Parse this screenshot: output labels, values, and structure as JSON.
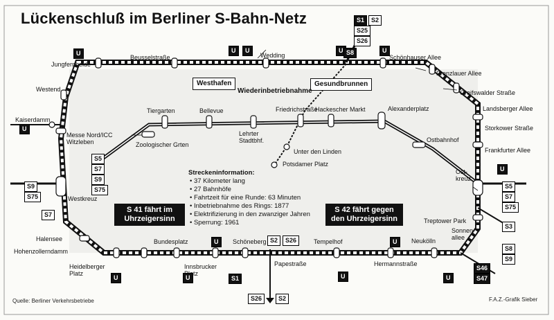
{
  "title": "Lückenschluß im Berliner S-Bahn-Netz",
  "stations": [
    {
      "id": "jungfernheide",
      "label": "Jungfernheide"
    },
    {
      "id": "beusselstrasse",
      "label": "Beusselstraße"
    },
    {
      "id": "wedding",
      "label": "Wedding"
    },
    {
      "id": "schoenhauser",
      "label": "Schönhauser Allee"
    },
    {
      "id": "prenzlauer",
      "label": "Prenzlauer Allee"
    },
    {
      "id": "greifswalder",
      "label": "Greifswalder Straße"
    },
    {
      "id": "landsberger",
      "label": "Landsberger Allee"
    },
    {
      "id": "storkower",
      "label": "Storkower Straße"
    },
    {
      "id": "frankfurter",
      "label": "Frankfurter Allee"
    },
    {
      "id": "ostkreuz",
      "label": "Ost-kreuz"
    },
    {
      "id": "treptower",
      "label": "Treptower Park"
    },
    {
      "id": "sonnenallee",
      "label": "Sonnen-allee"
    },
    {
      "id": "neukoelln",
      "label": "Neukölln"
    },
    {
      "id": "hermannstrasse",
      "label": "Hermannstraße"
    },
    {
      "id": "tempelhof",
      "label": "Tempelhof"
    },
    {
      "id": "papestrasse",
      "label": "Papestraße"
    },
    {
      "id": "schoeneberg",
      "label": "Schöneberg"
    },
    {
      "id": "innsbrucker",
      "label": "Innsbrucker Platz"
    },
    {
      "id": "bundesplatz",
      "label": "Bundesplatz"
    },
    {
      "id": "heidelberger",
      "label": "Heidelberger Platz"
    },
    {
      "id": "hohenzollerndamm",
      "label": "Hohenzollerndamm"
    },
    {
      "id": "halensee",
      "label": "Halensee"
    },
    {
      "id": "westkreuz",
      "label": "Westkreuz"
    },
    {
      "id": "messe",
      "label": "Messe Nord/ICC Witzleben"
    },
    {
      "id": "kaiserdamm",
      "label": "Kaiserdamm"
    },
    {
      "id": "westend",
      "label": "Westend"
    },
    {
      "id": "tiergarten",
      "label": "Tiergarten"
    },
    {
      "id": "bellevue",
      "label": "Bellevue"
    },
    {
      "id": "lehrter",
      "label": "Lehrter Stadtbhf."
    },
    {
      "id": "friedrichstrasse",
      "label": "Friedrichstraße"
    },
    {
      "id": "hackescher",
      "label": "Hackescher Markt"
    },
    {
      "id": "alexanderplatz",
      "label": "Alexanderplatz"
    },
    {
      "id": "ostbahnhof",
      "label": "Ostbahnhof"
    },
    {
      "id": "zoo",
      "label": "Zoologischer Grten"
    },
    {
      "id": "unterdenlinden",
      "label": "Unter den Linden"
    },
    {
      "id": "potsdamer",
      "label": "Potsdamer Platz"
    }
  ],
  "boxed_labels": {
    "westhafen": "Westhafen",
    "gesundbrunnen": "Gesundbrunnen",
    "wiederinbetrieb": "Wiederinbetriebnahme"
  },
  "badges": {
    "u_top": "U",
    "s1": "S1",
    "s2": "S2",
    "s25": "S25",
    "s26": "S26",
    "s5": "S5",
    "s7": "S7",
    "s9": "S9",
    "s75": "S75",
    "s3": "S3",
    "s8": "S8",
    "s46": "S46",
    "s47": "S47",
    "s5b": "S5",
    "s7b": "S7",
    "s75b": "S75",
    "s1b": "S1",
    "s2b": "S2",
    "s26b": "S26",
    "s26c": "S26",
    "s8b": "S8",
    "s9b": "S9"
  },
  "info": {
    "heading": "Streckeninformation:",
    "items": [
      "37 Kilometer lang",
      "27 Bahnhöfe",
      "Fahrtzeit für eine Runde: 63 Minuten",
      "Inbetriebnahme des Rings: 1877",
      "Elektrifizierung in den zwanziger Jahren",
      "Sperrung: 1961"
    ]
  },
  "direction": {
    "s41": "S 41 fährt im Uhrzeigersinn",
    "s42": "S 42 fährt gegen den Uhrzeigersinn"
  },
  "source": "Quelle: Berliner Verkehrsbetriebe",
  "credit": "F.A.Z.-Grafik Sieber"
}
